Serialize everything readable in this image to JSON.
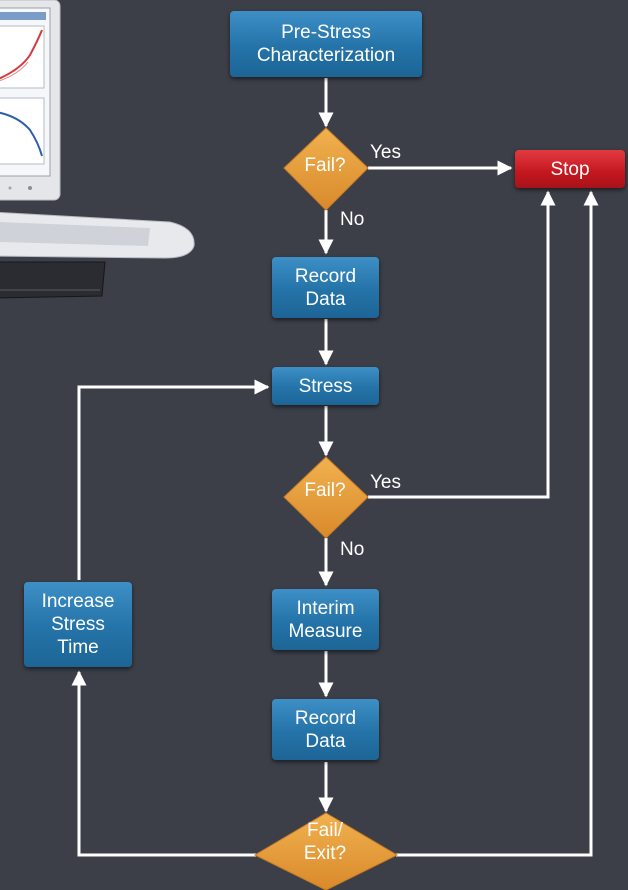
{
  "nodes": {
    "pre_stress": "Pre-Stress\nCharacterization",
    "stop": "Stop",
    "record_data_1": "Record\nData",
    "stress": "Stress",
    "interim_measure": "Interim\nMeasure",
    "record_data_2": "Record\nData",
    "increase_stress_time": "Increase\nStress\nTime"
  },
  "decisions": {
    "fail_1": "Fail?",
    "fail_2": "Fail?",
    "fail_exit": "Fail/\nExit?"
  },
  "edge_labels": {
    "yes_1": "Yes",
    "no_1": "No",
    "yes_2": "Yes",
    "no_2": "No"
  },
  "colors": {
    "background": "#3c3f48",
    "process_box": "#2473a8",
    "decision": "#e89a3a",
    "stop_box": "#c3171f",
    "connector": "#ffffff"
  }
}
